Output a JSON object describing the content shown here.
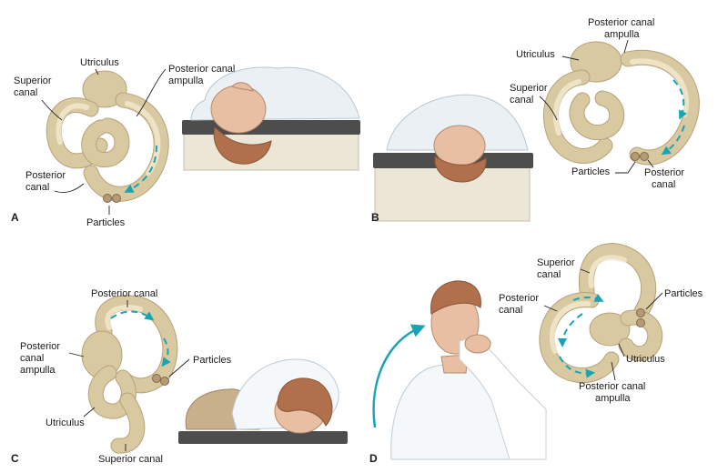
{
  "panels": {
    "a": {
      "letter": "A",
      "superior_canal": [
        "Superior",
        "canal"
      ],
      "utriculus": "Utriculus",
      "posterior_canal_ampulla": [
        "Posterior canal",
        "ampulla"
      ],
      "posterior_canal": [
        "Posterior",
        "canal"
      ],
      "particles": "Particles"
    },
    "b": {
      "letter": "B",
      "posterior_canal_ampulla": [
        "Posterior canal",
        "ampulla"
      ],
      "utriculus": "Utriculus",
      "superior_canal": [
        "Superior",
        "canal"
      ],
      "particles": "Particles",
      "posterior_canal": [
        "Posterior",
        "canal"
      ]
    },
    "c": {
      "letter": "C",
      "posterior_canal": "Posterior canal",
      "posterior_canal_ampulla": [
        "Posterior",
        "canal",
        "ampulla"
      ],
      "particles": "Particles",
      "utriculus": "Utriculus",
      "superior_canal": "Superior canal"
    },
    "d": {
      "letter": "D",
      "superior_canal": [
        "Superior",
        "canal"
      ],
      "posterior_canal": [
        "Posterior",
        "canal"
      ],
      "particles": "Particles",
      "utriculus": "Utriculus",
      "posterior_canal_ampulla": [
        "Posterior canal",
        "ampulla"
      ]
    }
  },
  "colors": {
    "canal": "#d9c9a0",
    "flow_arrow": "#19a3b3",
    "skin": "#e8bfa2",
    "hair": "#b0704c",
    "table_mat": "#4d4d4d"
  }
}
